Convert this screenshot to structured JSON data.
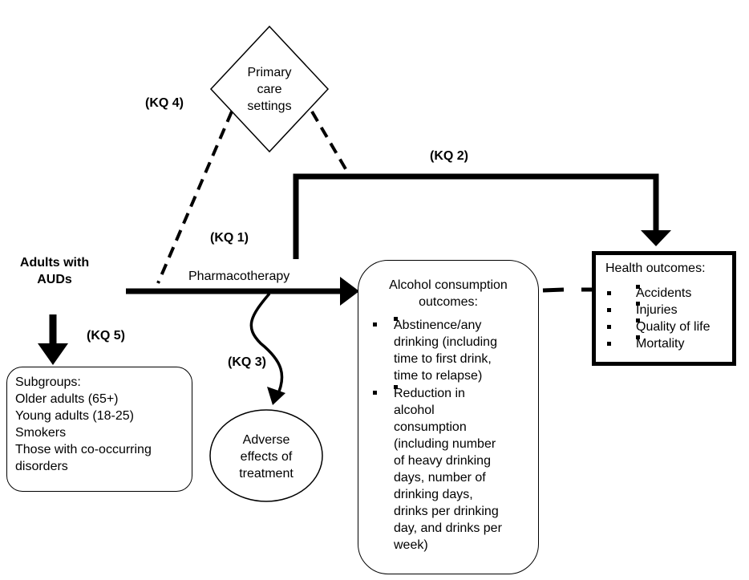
{
  "diagram": {
    "population": {
      "line1": "Adults with",
      "line2": "AUDs"
    },
    "setting": {
      "line1": "Primary",
      "line2": "care",
      "line3": "settings"
    },
    "intervention": "Pharmacotherapy",
    "key_questions": {
      "kq1": "(KQ 1)",
      "kq2": "(KQ 2)",
      "kq3": "(KQ 3)",
      "kq4": "(KQ 4)",
      "kq5": "(KQ 5)"
    },
    "intermediate_outcomes": {
      "title_line1": "Alcohol consumption",
      "title_line2": "outcomes:",
      "items": [
        {
          "lines": [
            "Abstinence/any",
            "drinking (including",
            "time to first drink,",
            "time to relapse)"
          ]
        },
        {
          "lines": [
            "Reduction in",
            "alcohol",
            "consumption",
            "(including number",
            "of heavy drinking",
            "days, number of",
            "drinking days,",
            "drinks per drinking",
            "day, and drinks per",
            "week)"
          ]
        }
      ]
    },
    "health_outcomes": {
      "title": "Health outcomes:",
      "items": [
        "Accidents",
        "Injuries",
        "Quality of life",
        "Mortality"
      ]
    },
    "harms": {
      "line1": "Adverse",
      "line2": "effects of",
      "line3": "treatment"
    },
    "subgroups": {
      "lines": [
        "Subgroups:",
        "Older adults (65+)",
        "Young adults (18-25)",
        "Smokers",
        "Those with co-occurring",
        "disorders"
      ]
    }
  }
}
